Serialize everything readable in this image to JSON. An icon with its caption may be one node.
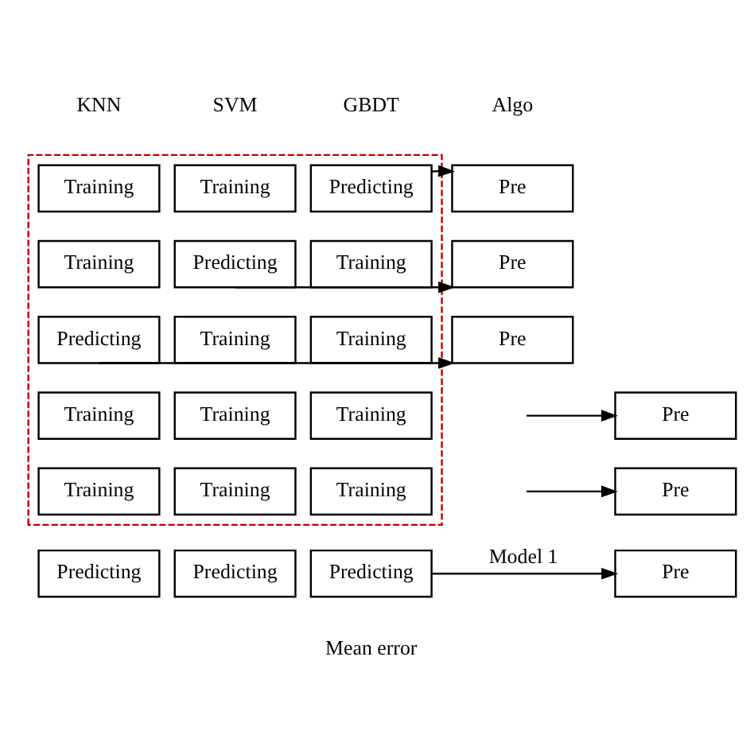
{
  "diagram": {
    "nodes": [
      {
        "text": [],
        "shape": "box"
      },
      {
        "text": [
          "Training"
        ],
        "in": 0
      },
      {
        "text": [
          "Training"
        ],
        "in": 0
      },
      {
        "text": [
          "Predicting"
        ],
        "in": 0
      },
      {
        "text": [
          "Pre"
        ]
      },
      {
        "text": [
          "Training"
        ],
        "in": 0
      },
      {
        "text": [
          "Predicting"
        ],
        "in": 0
      },
      {
        "text": [
          "Training"
        ],
        "in": 0
      },
      {
        "text": [
          "Pre"
        ]
      },
      {
        "text": [
          "Predicting"
        ],
        "in": 0
      },
      {
        "text": [
          "Training"
        ],
        "in": 0
      },
      {
        "text": [
          "Training"
        ],
        "in": 0
      },
      {
        "text": [
          "Pre"
        ]
      },
      {
        "text": [
          "Training"
        ],
        "in": 0
      },
      {
        "text": [
          "Training"
        ],
        "in": 0
      },
      {
        "text": [
          "Training"
        ],
        "in": 0
      },
      {
        "text": [
          "Pre"
        ]
      },
      {
        "text": [
          "Training"
        ],
        "in": 0
      },
      {
        "text": [
          "Training"
        ],
        "in": 0
      },
      {
        "text": [
          "Training"
        ],
        "in": 0
      },
      {
        "text": [
          "Pre"
        ]
      },
      {
        "text": [
          "Predicting"
        ]
      },
      {
        "text": [
          "Predicting"
        ]
      },
      {
        "text": [
          "Predicting"
        ]
      },
      {
        "text": [
          "Pre"
        ]
      }
    ],
    "edges": [
      {
        "from": 3,
        "to": 4,
        "arrow": "to"
      },
      {
        "from": 6,
        "to": 8,
        "arrow": "to"
      },
      {
        "from": 9,
        "to": 12,
        "arrow": "to"
      },
      {
        "from": null,
        "to": 16,
        "arrow": "to"
      },
      {
        "from": null,
        "to": 20,
        "arrow": "to"
      },
      {
        "from": 23,
        "to": 24,
        "arrow": "to",
        "label": "Model 1"
      }
    ],
    "labels": [
      "KNN",
      "SVM",
      "GBDT",
      "Algo",
      "Mean error"
    ]
  }
}
